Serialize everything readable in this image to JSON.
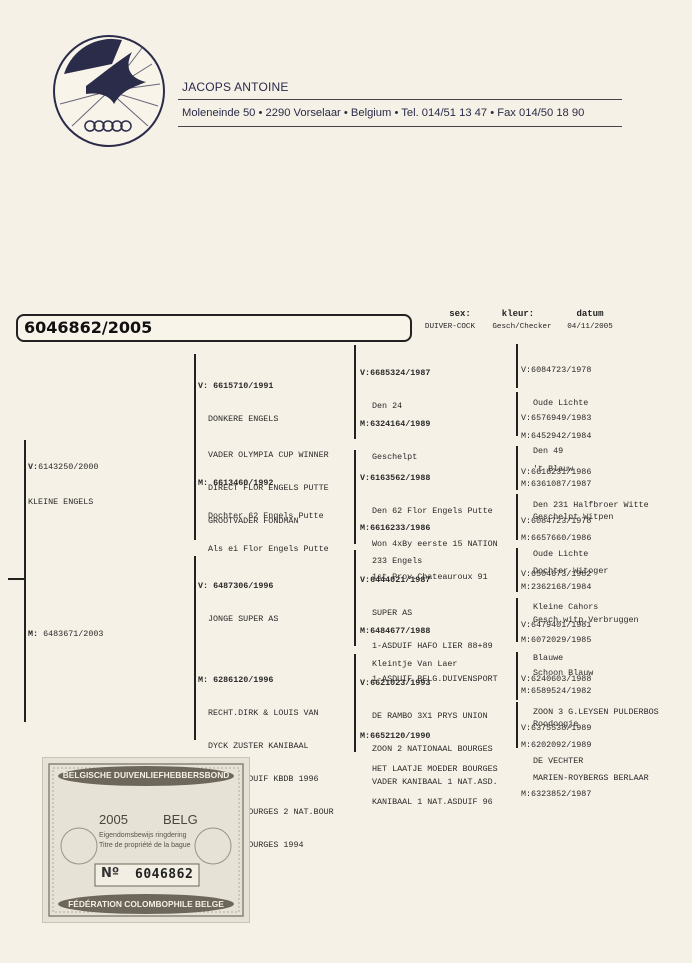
{
  "letterhead": {
    "owner_name": "JACOPS ANTOINE",
    "address_line": "Moleneinde 50 • 2290 Vorselaar • Belgium • Tel. 014/51 13 47 • Fax 014/50 18 90"
  },
  "pigeon": {
    "ring": "6046862/2005",
    "sex_label": "sex:",
    "sex_value": "DUIVER-COCK",
    "color_label": "kleur:",
    "color_value": "Gesch/Checker",
    "date_label": "datum",
    "date_value": "04/11/2005"
  },
  "gen1": {
    "father": {
      "prefix": "V:",
      "ring": "6143250/2000",
      "lines": [
        "KLEINE ENGELS"
      ]
    },
    "mother": {
      "prefix": "M:",
      "ring": "6483671/2003",
      "lines": []
    }
  },
  "gen2": {
    "vv": {
      "prefix": "V:",
      "ring": "6615710/1991",
      "lines": [
        "DONKERE ENGELS",
        "VADER OLYMPIA CUP WINNER",
        "DIRECT FLOR ENGELS PUTTE",
        "GROOTVADER FONDMAN"
      ]
    },
    "vm": {
      "prefix": "M:",
      "ring": "6613460/1992",
      "lines": [
        "Dochter 62 Engels Putte",
        "Als ei Flor Engels Putte"
      ]
    },
    "mv": {
      "prefix": "V:",
      "ring": "6487306/1996",
      "lines": [
        "JONGE SUPER AS"
      ]
    },
    "mm": {
      "prefix": "M:",
      "ring": "6286120/1996",
      "lines": [
        "RECHT.DIRK & LOUIS VAN",
        "DYCK ZUSTER KANIBAAL",
        "1 NAT.ASDUIF KBDB 1996",
        "ZUSTER BOURGES 2 NAT.BOUR",
        "1 PROV.BOURGES 1994"
      ]
    }
  },
  "gen3": [
    {
      "prefix": "V:",
      "ring": "6685324/1987",
      "lines": [
        "Den 24"
      ]
    },
    {
      "prefix": "M:",
      "ring": "6324164/1989",
      "lines": [
        "Geschelpt"
      ]
    },
    {
      "prefix": "V:",
      "ring": "6163562/1988",
      "lines": [
        "Den 62 Flor Engels Putte",
        "Won 4xBy eerste 15 NATION",
        "1st Prov.Chateauroux 91"
      ]
    },
    {
      "prefix": "M:",
      "ring": "6616233/1986",
      "lines": [
        "233 Engels"
      ]
    },
    {
      "prefix": "V:",
      "ring": "6444021/1987",
      "lines": [
        "SUPER AS",
        "1-ASDUIF HAFO LIER 88+89",
        "1-ASDUIF BELG.DUIVENSPORT"
      ]
    },
    {
      "prefix": "M:",
      "ring": "6484677/1988",
      "lines": [
        "Kleintje Van Laer"
      ]
    },
    {
      "prefix": "V:",
      "ring": "6621023/1993",
      "lines": [
        "DE RAMBO 3X1 PRYS UNION",
        "ZOON 2 NATIONAAL BOURGES",
        "VADER KANIBAAL 1 NAT.ASD."
      ]
    },
    {
      "prefix": "M:",
      "ring": "6652120/1990",
      "lines": [
        "HET LAATJE MOEDER BOURGES",
        "KANIBAAL 1 NAT.ASDUIF 96"
      ]
    }
  ],
  "gen4": [
    {
      "v": "V:6084723/1978",
      "v_name": "Oude Lichte",
      "m": "M:6452942/1984",
      "m_name": "'t Blauw"
    },
    {
      "v": "V:6576949/1983",
      "v_name": "Den 49",
      "m": "M:6361087/1987",
      "m_name": "Geschelpt Witpen"
    },
    {
      "v": "V:6616231/1986",
      "v_name": "Den 231 Halfbroer Witte",
      "m": "M:6657660/1986",
      "m_name": "Dochter Witoger"
    },
    {
      "v": "V:6084723/1978",
      "v_name": "Oude Lichte",
      "m": "M:2362168/1984",
      "m_name": "Gesch.witp.Verbruggen"
    },
    {
      "v": "V:6504673/1982",
      "v_name": "Kleine Cahors",
      "m": "M:6072029/1985",
      "m_name": "Schoon Blauw"
    },
    {
      "v": "V:6479401/1981",
      "v_name": "Blauwe",
      "m": "M:6589524/1982",
      "m_name": "Roodoogje"
    },
    {
      "v": "V:6240603/1988",
      "v_name": "ZOON 3 G.LEYSEN PULDERBOS",
      "m": "M:6202092/1989",
      "m_name": "MARIEN-ROYBERGS BERLAAR"
    },
    {
      "v": "V:6375538/1989",
      "v_name": "DE VECHTER",
      "m": "M:6323852/1987",
      "m_name": ""
    }
  ],
  "ownership_card": {
    "top_band": "BELGISCHE DUIVENLIEFHEBBERSBOND",
    "year": "2005",
    "country": "BELG",
    "title_nl": "Eigendomsbewijs ringdering",
    "title_fr": "Titre de propriété de la bague",
    "number_prefix": "Nº",
    "number": "6046862",
    "bottom_band": "FÉDÉRATION COLOMBOPHILE BELGE"
  }
}
